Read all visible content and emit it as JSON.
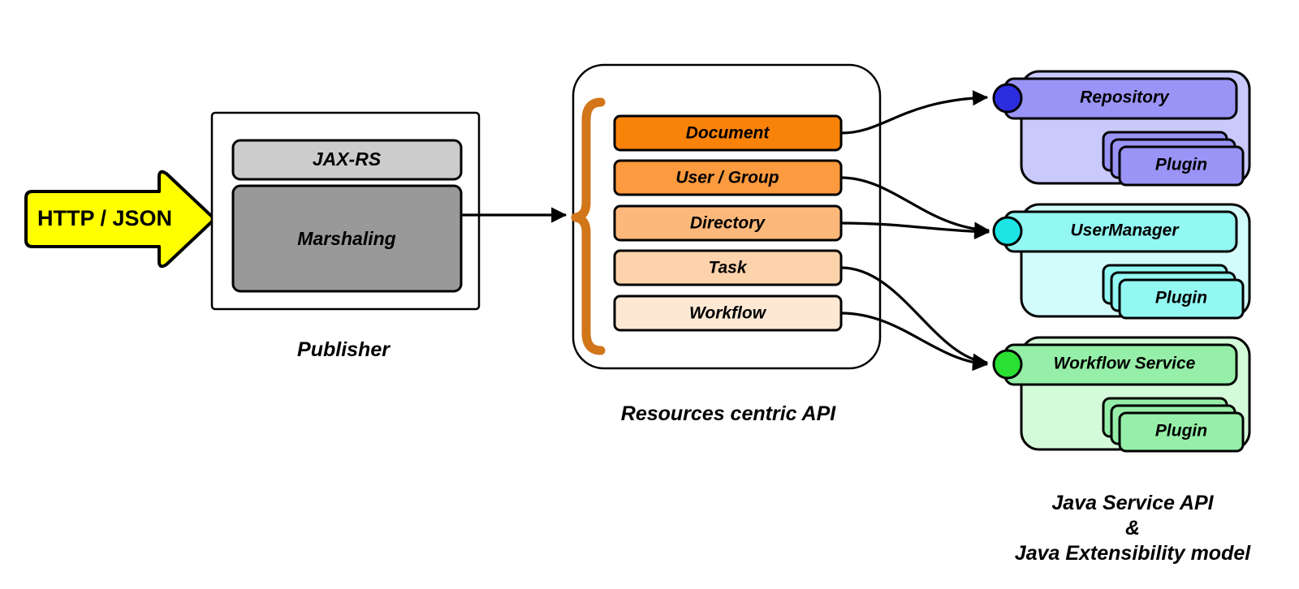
{
  "diagram": {
    "title": "Publisher / Resources centric API / Java Service API architecture",
    "background": "#ffffff"
  },
  "input_arrow": {
    "label": "HTTP / JSON",
    "fill": "#ffff00",
    "stroke": "#000000"
  },
  "publisher": {
    "caption": "Publisher",
    "container_fill": "#ffffff",
    "layers": [
      {
        "label": "JAX-RS",
        "fill": "#cccccc"
      },
      {
        "label": "Marshaling",
        "fill": "#999999"
      }
    ]
  },
  "api": {
    "caption": "Resources centric API",
    "brace_color": "#d2761a",
    "container_fill": "#ffffff",
    "resources": [
      {
        "label": "Document",
        "fill": "#f98209"
      },
      {
        "label": "User / Group",
        "fill": "#fb9a3e"
      },
      {
        "label": "Directory",
        "fill": "#fcb87a"
      },
      {
        "label": "Task",
        "fill": "#fdd3ab"
      },
      {
        "label": "Workflow",
        "fill": "#fde8d4"
      }
    ]
  },
  "services": {
    "caption_lines": [
      "Java Service API",
      "&",
      "Java Extensibility model"
    ],
    "plugin_label": "Plugin",
    "items": [
      {
        "name": "Repository",
        "panel_fill": "#c9c9fb",
        "header_fill": "#9a94f6",
        "plugin_fill": "#9a94f6",
        "port_fill": "#2d2de0"
      },
      {
        "name": "UserManager",
        "panel_fill": "#d2fcfb",
        "header_fill": "#93f7f2",
        "plugin_fill": "#93f7f2",
        "port_fill": "#1de5e5"
      },
      {
        "name": "Workflow Service",
        "panel_fill": "#d4fbd9",
        "header_fill": "#96efa8",
        "plugin_fill": "#96efa8",
        "port_fill": "#29e033"
      }
    ]
  },
  "connections": [
    {
      "from": "Document",
      "to": "Repository"
    },
    {
      "from": "User / Group",
      "to": "UserManager"
    },
    {
      "from": "Directory",
      "to": "UserManager"
    },
    {
      "from": "Task",
      "to": "Workflow Service"
    },
    {
      "from": "Workflow",
      "to": "Workflow Service"
    },
    {
      "from": "Marshaling",
      "to": "Resources centric API"
    }
  ]
}
